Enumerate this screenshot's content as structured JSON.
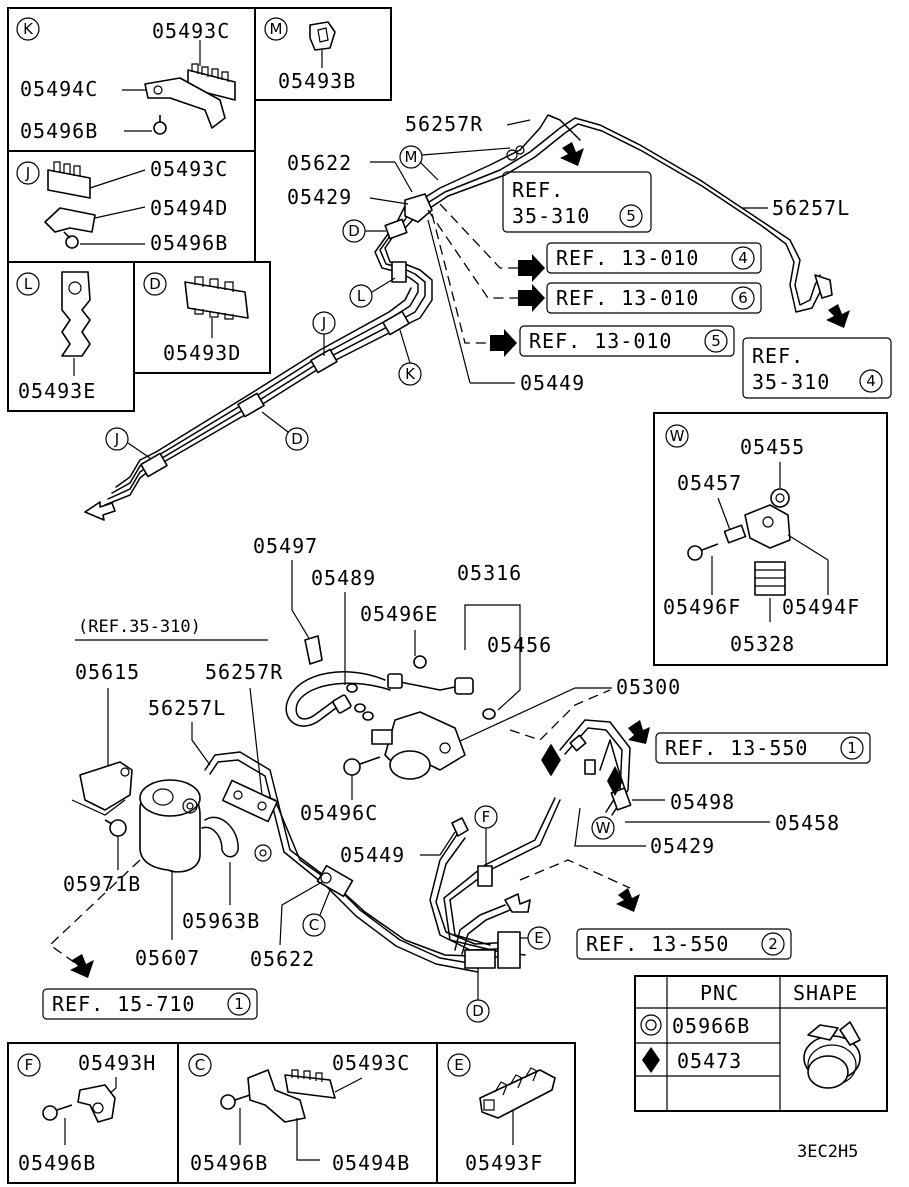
{
  "diagram_code": "3EC2H5",
  "boxes": {
    "K": {
      "letter": "K",
      "parts": [
        "05493C",
        "05494C",
        "05496B"
      ]
    },
    "M": {
      "letter": "M",
      "parts": [
        "05493B"
      ]
    },
    "J": {
      "letter": "J",
      "parts": [
        "05493C",
        "05494D",
        "05496B"
      ]
    },
    "L": {
      "letter": "L",
      "parts": [
        "05493E"
      ]
    },
    "D": {
      "letter": "D",
      "parts": [
        "05493D"
      ]
    },
    "W": {
      "letter": "W",
      "parts": [
        "05455",
        "05457",
        "05496F",
        "05494F",
        "05328"
      ]
    },
    "F": {
      "letter": "F",
      "parts": [
        "05493H",
        "05496B"
      ]
    },
    "C": {
      "letter": "C",
      "parts": [
        "05493C",
        "05496B",
        "05494B"
      ]
    },
    "E": {
      "letter": "E",
      "parts": [
        "05493F"
      ]
    }
  },
  "refs": {
    "r1": {
      "line1": "REF.",
      "line2": "35-310",
      "num": "5"
    },
    "r2": {
      "text": "REF. 13-010",
      "num": "4"
    },
    "r3": {
      "text": "REF. 13-010",
      "num": "6"
    },
    "r4": {
      "text": "REF. 13-010",
      "num": "5"
    },
    "r5": {
      "line1": "REF.",
      "line2": "35-310",
      "num": "4"
    },
    "r6": {
      "text": "REF. 13-550",
      "num": "1"
    },
    "r7": {
      "text": "REF. 13-550",
      "num": "2"
    },
    "r8": {
      "text": "REF. 15-710",
      "num": "1"
    },
    "r9": {
      "text": "(REF.35-310)"
    }
  },
  "labels": {
    "p56257R_top": "56257R",
    "p05622_top": "05622",
    "p05429_top": "05429",
    "p56257L_top": "56257L",
    "p05449_top": "05449",
    "pM": "M",
    "pD1": "D",
    "pL": "L",
    "pJ1": "J",
    "pK": "K",
    "pD2": "D",
    "pJ2": "J",
    "p05497": "05497",
    "p05489": "05489",
    "p05316": "05316",
    "p05496E": "05496E",
    "p05456": "05456",
    "p05300": "05300",
    "p05615": "05615",
    "p56257R_mid": "56257R",
    "p56257L_mid": "56257L",
    "p05496C": "05496C",
    "p05498": "05498",
    "p05458": "05458",
    "p05429_mid": "05429",
    "p05449_mid": "05449",
    "pF": "F",
    "pW": "W",
    "p05971B": "05971B",
    "p05963B": "05963B",
    "p05607": "05607",
    "p05622_mid": "05622",
    "pC": "C",
    "pE": "E",
    "pD3": "D"
  },
  "legend": {
    "headers": [
      "PNC",
      "SHAPE"
    ],
    "rows": [
      {
        "symbol": "double-circle-icon",
        "pnc": "05966B"
      },
      {
        "symbol": "diamond-icon",
        "pnc": "05473"
      }
    ]
  }
}
